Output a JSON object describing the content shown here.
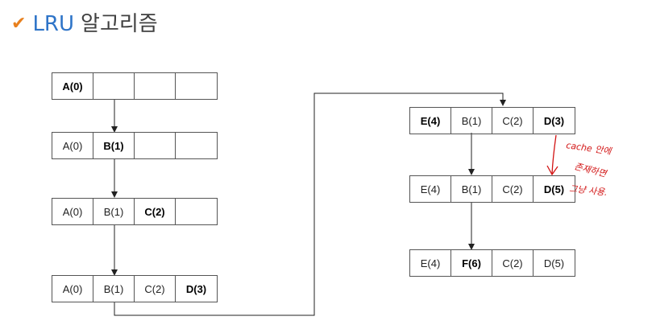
{
  "title": {
    "check_icon": "checkmark-icon",
    "prefix": "LRU",
    "text": "알고리즘"
  },
  "accent_colors": {
    "check": "#e8801e",
    "lru": "#2e74c8",
    "note": "#d21414"
  },
  "left_column": [
    {
      "cells": [
        {
          "text": "A(0)",
          "bold": true
        },
        {
          "text": "",
          "bold": false
        },
        {
          "text": "",
          "bold": false
        },
        {
          "text": "",
          "bold": false
        }
      ]
    },
    {
      "cells": [
        {
          "text": "A(0)",
          "bold": false
        },
        {
          "text": "B(1)",
          "bold": true
        },
        {
          "text": "",
          "bold": false
        },
        {
          "text": "",
          "bold": false
        }
      ]
    },
    {
      "cells": [
        {
          "text": "A(0)",
          "bold": false
        },
        {
          "text": "B(1)",
          "bold": false
        },
        {
          "text": "C(2)",
          "bold": true
        },
        {
          "text": "",
          "bold": false
        }
      ]
    },
    {
      "cells": [
        {
          "text": "A(0)",
          "bold": false
        },
        {
          "text": "B(1)",
          "bold": false
        },
        {
          "text": "C(2)",
          "bold": false
        },
        {
          "text": "D(3)",
          "bold": true
        }
      ]
    }
  ],
  "right_column": [
    {
      "cells": [
        {
          "text": "E(4)",
          "bold": true
        },
        {
          "text": "B(1)",
          "bold": false
        },
        {
          "text": "C(2)",
          "bold": false
        },
        {
          "text": "D(3)",
          "bold": true
        }
      ]
    },
    {
      "cells": [
        {
          "text": "E(4)",
          "bold": false
        },
        {
          "text": "B(1)",
          "bold": false
        },
        {
          "text": "C(2)",
          "bold": false
        },
        {
          "text": "D(5)",
          "bold": true
        }
      ]
    },
    {
      "cells": [
        {
          "text": "E(4)",
          "bold": false
        },
        {
          "text": "F(6)",
          "bold": true
        },
        {
          "text": "C(2)",
          "bold": false
        },
        {
          "text": "D(5)",
          "bold": false
        }
      ]
    }
  ],
  "handwritten_note": [
    "cache 안에",
    "존재하면",
    "그냥 사용."
  ]
}
